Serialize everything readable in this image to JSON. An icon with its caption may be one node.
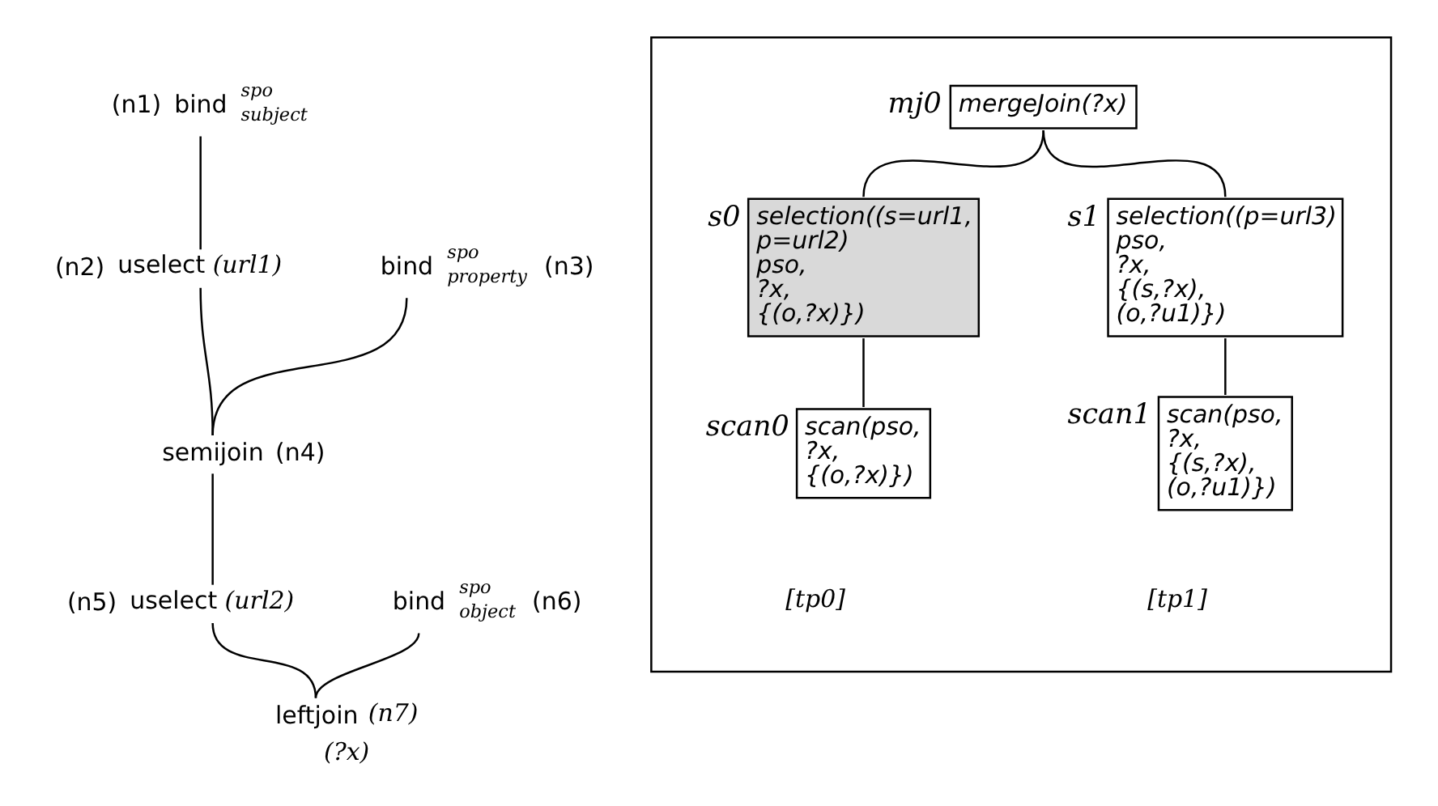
{
  "diagram": {
    "nodes": [
      {
        "text": [
          "bind",
          "spo",
          "subject"
        ],
        "beside": [
          "(n1)"
        ]
      },
      {
        "text": [
          "uselect *(url1)*"
        ],
        "beside": [
          "(n2)"
        ]
      },
      {
        "text": [
          "bind",
          "spo",
          "property"
        ],
        "beside": [
          "(n3)"
        ]
      },
      {
        "text": [
          "semijoin"
        ],
        "beside": [
          "(n4)"
        ]
      },
      {
        "text": [
          "uselect *(url2)*"
        ],
        "beside": [
          "(n5)"
        ]
      },
      {
        "text": [
          "bind",
          "spo",
          "object"
        ],
        "beside": [
          "(n6)"
        ]
      },
      {
        "text": [
          "leftjoin"
        ],
        "beside": [
          "*(n7)*",
          "*(?x)*"
        ]
      },
      {
        "text": [],
        "shape": "box"
      },
      {
        "text": [
          "mergeJoin(?x)"
        ],
        "beside": [
          "mj0"
        ],
        "in": 7
      },
      {
        "text": [
          "selection((s=url1, p=url2) pso, ?x, {(o,?x)})"
        ],
        "beside": [
          "s0"
        ],
        "in": 7
      },
      {
        "text": [
          "selection((p=url3) pso, ?x, {(s,?x), (o,?u1)})"
        ],
        "beside": [
          "s1"
        ],
        "in": 7
      },
      {
        "text": [
          "scan(pso, ?x, {(o,?x)})"
        ],
        "beside": [
          "scan0"
        ],
        "in": 7
      },
      {
        "text": [
          "scan(pso, ?x, {(s,?x), (o,?u1)})"
        ],
        "beside": [
          "scan1"
        ],
        "in": 7
      }
    ],
    "edges": [
      {
        "from": 0,
        "to": 1,
        "arrow": "none"
      },
      {
        "from": 1,
        "to": 3,
        "arrow": "none"
      },
      {
        "from": 2,
        "to": 3,
        "arrow": "none"
      },
      {
        "from": 3,
        "to": 4,
        "arrow": "none"
      },
      {
        "from": 4,
        "to": 6,
        "arrow": "none"
      },
      {
        "from": 5,
        "to": 6,
        "arrow": "none"
      },
      {
        "from": 8,
        "to": 9,
        "arrow": "none"
      },
      {
        "from": 8,
        "to": 10,
        "arrow": "none"
      },
      {
        "from": 9,
        "to": 11,
        "arrow": "none"
      },
      {
        "from": 10,
        "to": 12,
        "arrow": "none"
      }
    ],
    "labels": [
      "[tp0]",
      "[tp1]"
    ]
  }
}
